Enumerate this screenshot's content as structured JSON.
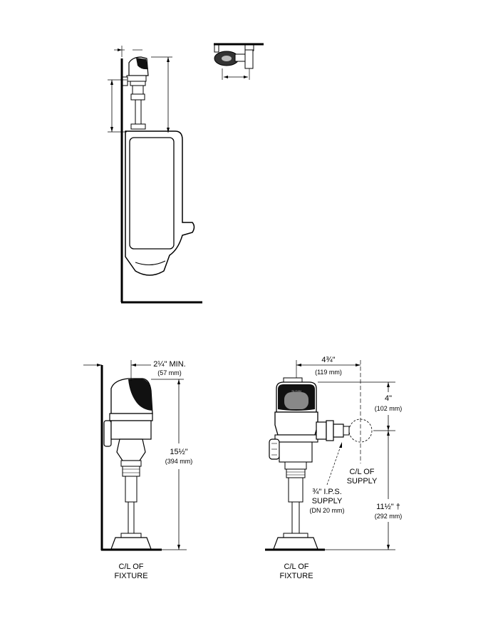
{
  "dimensions": {
    "min_offset": {
      "main": "2¼\" MIN.",
      "metric": "(57 mm)"
    },
    "height": {
      "main": "15½\"",
      "metric": "(394 mm)"
    },
    "centerline_offset": {
      "main": "4¾\"",
      "metric": "(119 mm)"
    },
    "supply_height": {
      "main": "4\"",
      "metric": "(102 mm)"
    },
    "lower_height": {
      "main": "11½\" †",
      "metric": "(292 mm)"
    }
  },
  "labels": {
    "cl_fixture_left": {
      "line1": "C/L OF",
      "line2": "FIXTURE"
    },
    "cl_fixture_right": {
      "line1": "C/L OF",
      "line2": "FIXTURE"
    },
    "cl_supply": {
      "line1": "C/L OF",
      "line2": "SUPPLY"
    },
    "supply_pipe": {
      "line1": "¾\" I.P.S.",
      "line2": "SUPPLY",
      "line3": "(DN 20 mm)"
    },
    "brand_mark": "SLOAN"
  }
}
